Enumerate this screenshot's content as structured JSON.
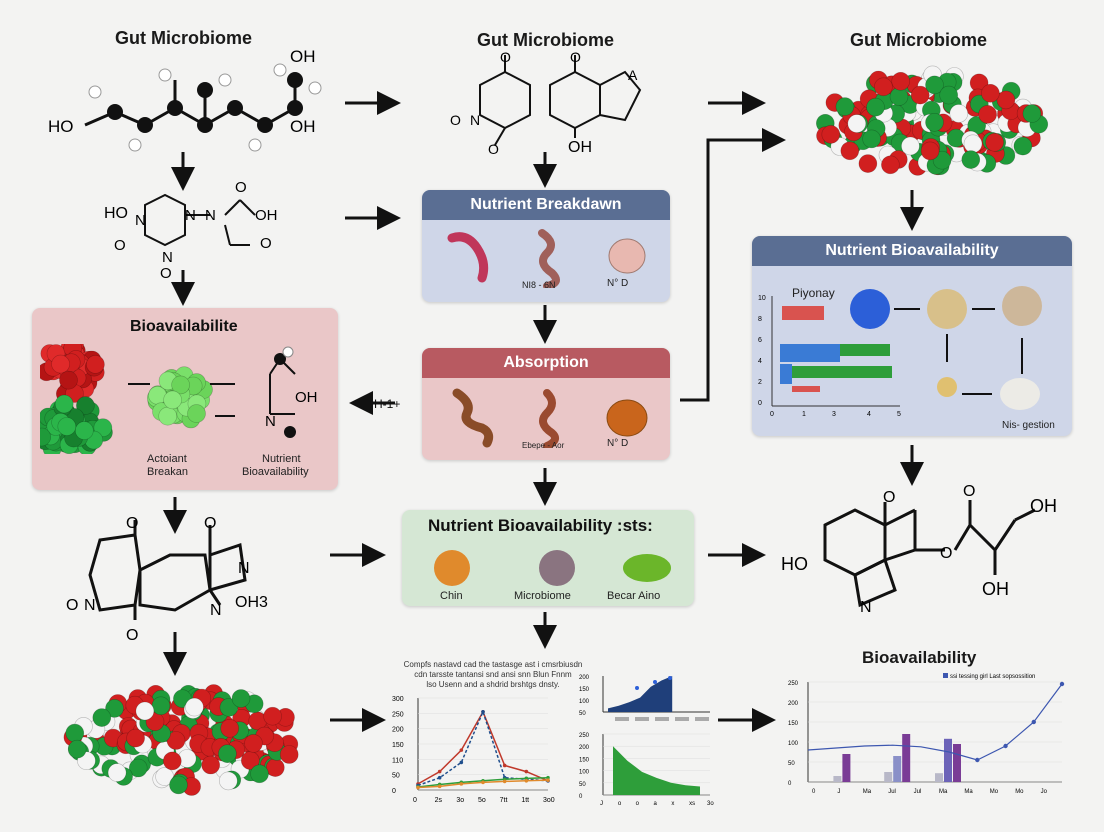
{
  "titles": {
    "left": "Gut Microbiome",
    "middle": "Gut Microbiome",
    "right": "Gut Microbiome",
    "bioavailability": "Bioavailability"
  },
  "boxes": {
    "nutrient_breakdown": {
      "title": "Nutrient Breakdawn",
      "label_1": "NI8 - 6N",
      "label_2": "N° D"
    },
    "absorption": {
      "title": "Absorption",
      "label_1": "Ebepe - Aor",
      "label_2": "N° D"
    },
    "bioavailability_left": {
      "title": "Bioavailabilite",
      "label_1a": "Actoiant",
      "label_1b": "Breakan",
      "label_2a": "Nutrient",
      "label_2b": "Bioavailability"
    },
    "nutrient_bio_middle": {
      "title": "Nutrient Bioavailability :sts:",
      "label_1": "Chin",
      "label_2": "Microbiome",
      "label_3": "Becar Aino"
    },
    "nutrient_bio_right": {
      "title": "Nutrient Bioavailability",
      "chart_label": "Piyonay",
      "caption": "Nis- gestion",
      "yticks": [
        "10",
        "8",
        "6",
        "4",
        "2",
        "0"
      ],
      "xticks": [
        "0",
        "1",
        "3",
        "4",
        "5"
      ]
    }
  },
  "side_label": "H-1+",
  "chem": {
    "ho": "HO",
    "oh": "OH",
    "n": "N",
    "o": "O",
    "oh3": "OH3",
    "a": "A"
  },
  "bottom_mid_text": {
    "line1": "Compfs nastavd cad the tastasge ast i cmsrbiusdn",
    "line2": "cdn tarsste tantansi snd ansi snn Blun Fnnm",
    "line3": "lso Usenn and a shdrid brshtgs dnsty."
  },
  "chart_data": [
    {
      "type": "line",
      "title": "",
      "x": [
        "0",
        "2s",
        "3o",
        "5o",
        "7tt",
        "1tt",
        "3o0"
      ],
      "yticks": [
        "300",
        "250",
        "200",
        "150",
        "110",
        "50",
        "0"
      ],
      "ylim": [
        0,
        300
      ],
      "series": [
        {
          "color": "#c0392b",
          "values": [
            20,
            60,
            130,
            255,
            80,
            60,
            30
          ]
        },
        {
          "color": "#1f4e8c",
          "values": [
            15,
            40,
            90,
            255,
            40,
            35,
            30
          ]
        },
        {
          "color": "#2e9e3a",
          "values": [
            10,
            18,
            25,
            30,
            35,
            38,
            40
          ]
        },
        {
          "color": "#e08a2c",
          "values": [
            8,
            12,
            20,
            25,
            28,
            30,
            32
          ]
        }
      ]
    },
    {
      "type": "area",
      "title": "",
      "yticks": [
        "200",
        "150",
        "100",
        "50"
      ],
      "series": [
        {
          "color": "#1f3f7a",
          "values": [
            20,
            35,
            55,
            80,
            140,
            175,
            200
          ]
        }
      ]
    },
    {
      "type": "area",
      "title": "",
      "yticks": [
        "250",
        "200",
        "150",
        "100",
        "50",
        "0"
      ],
      "xticks": [
        "J",
        "o",
        "o",
        "a",
        "x",
        "xs",
        "3o"
      ],
      "series": [
        {
          "color": "#2e9e3a",
          "values": [
            200,
            140,
            95,
            70,
            50,
            40,
            35
          ]
        }
      ]
    },
    {
      "type": "bar",
      "title": "Bioavailability",
      "legend": "ssi tessing girl Last sopsossition",
      "categories": [
        "0",
        "J",
        "Ma",
        "Jul",
        "Jul",
        "Ma",
        "Ma",
        "Mo",
        "Mo",
        "Jo"
      ],
      "yticks": [
        "250",
        "200",
        "150",
        "100",
        "50",
        "0"
      ],
      "ylim": [
        0,
        250
      ],
      "bars": [
        {
          "x": 1,
          "values": [
            15,
            70
          ],
          "colors": [
            "#b8b8c8",
            "#7a3c96"
          ]
        },
        {
          "x": 3,
          "values": [
            25,
            65,
            120
          ],
          "colors": [
            "#b8b8c8",
            "#8a90c8",
            "#7a3c96"
          ]
        },
        {
          "x": 5,
          "values": [
            22,
            108,
            95
          ],
          "colors": [
            "#b8b8c8",
            "#6c63b8",
            "#7a3c96"
          ]
        }
      ],
      "line": {
        "color": "#3d57b0",
        "values": [
          80,
          85,
          90,
          92,
          88,
          75,
          55,
          90,
          150,
          245
        ]
      }
    }
  ]
}
